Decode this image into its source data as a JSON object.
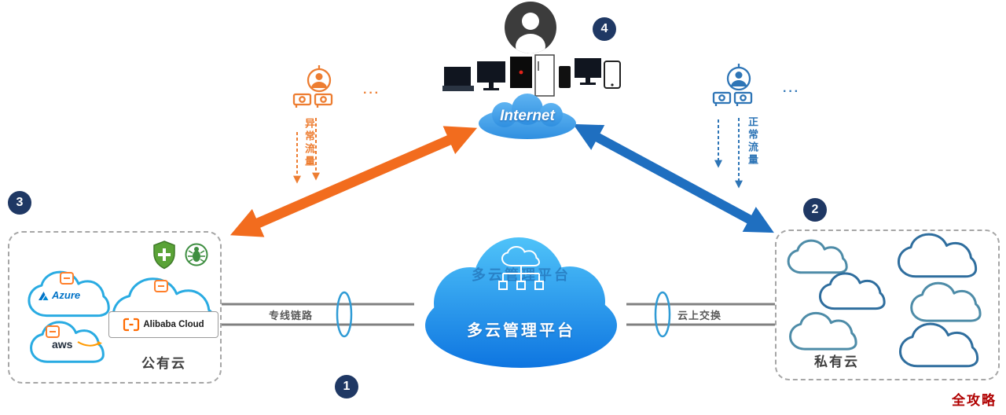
{
  "badges": {
    "b1": "1",
    "b2": "2",
    "b3": "3",
    "b4": "4"
  },
  "internet": {
    "label": "Internet"
  },
  "platform": {
    "title": "多云管理平台",
    "ghost_title": "多云管理平台"
  },
  "traffic": {
    "abnormal": "异常流量",
    "normal": "正常流量",
    "ellipsis": "···"
  },
  "links": {
    "left": "专线链路",
    "right": "云上交换"
  },
  "public_cloud": {
    "title": "公有云",
    "azure": "Azure",
    "alibaba": "Alibaba Cloud",
    "aws": "aws"
  },
  "private_cloud": {
    "title": "私有云"
  },
  "watermark": "全攻略",
  "colors": {
    "orange": "#ED7D31",
    "blue": "#2E75B6",
    "navy": "#1F3864",
    "cloud_blue": "#1E86EC"
  }
}
